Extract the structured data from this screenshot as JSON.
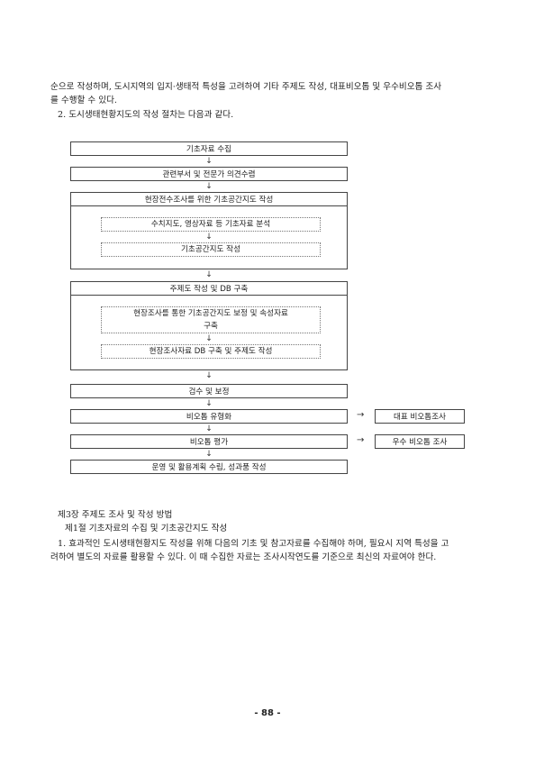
{
  "intro": {
    "line1": "순으로 작성하며,  도시지역의 입지·생태적 특성을 고려하여 기타 주제도 작성, 대표비오톱 및 우수비오톱 조사",
    "line2": "를 수행할 수 있다.",
    "line3": "2. 도시생태현황지도의 작성 절차는 다음과 같다."
  },
  "flow": {
    "step1": "기초자료 수집",
    "step2": "관련부서 및 전문가 의견수렴",
    "group1": {
      "title": "현장전수조사를 위한 기초공간지도 작성",
      "sub1": "수치지도, 영상자료 등 기초자료 분석",
      "sub2": "기초공간지도 작성"
    },
    "group2": {
      "title": "주제도 작성 및 DB 구축",
      "sub1_line1": "현장조사를 통한 기초공간지도 보정 및 속성자료",
      "sub1_line2": "구축",
      "sub2": "현장조사자료 DB 구축 및 주제도 작성"
    },
    "step5": "검수 및 보정",
    "step6": "비오톱 유형화",
    "step7": "비오톱 평가",
    "step8": "운영 및 활용계획 수립, 성과품 작성",
    "side1": "대표 비오톱조사",
    "side2": "우수 비오톱 조사",
    "arrow_down": "↓",
    "arrow_right": "→"
  },
  "section": {
    "chapter": "제3장 주제도 조사 및 작성 방법",
    "clause": "제1절 기초자료의 수집 및 기초공간지도 작성",
    "para_line1": "1. 효과적인 도시생태현황지도 작성을 위해 다음의 기초 및 참고자료를 수집해야 하며, 필요시 지역 특성을 고",
    "para_line2": "려하여 별도의 자료를 활용할 수 있다. 이 때 수집한 자료는 조사시작연도를 기준으로 최신의 자료여야 한다."
  },
  "page_number": "- 88 -"
}
